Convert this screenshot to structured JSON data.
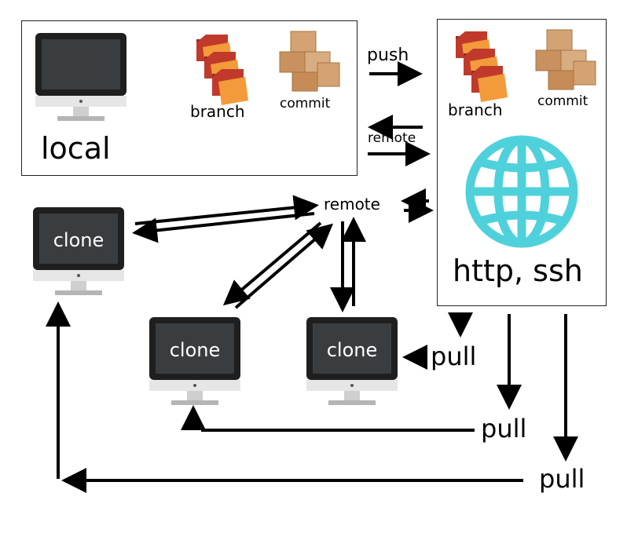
{
  "local": {
    "label": "local",
    "branch_label": "branch",
    "commit_label": "commit"
  },
  "server": {
    "branch_label": "branch",
    "commit_label": "commit",
    "protocol_label": "http, ssh"
  },
  "arrows": {
    "push_label": "push",
    "remote_small_label": "remote",
    "remote_hub_label": "remote"
  },
  "clones": [
    {
      "label": "clone"
    },
    {
      "label": "clone"
    },
    {
      "label": "clone"
    }
  ],
  "pulls": [
    {
      "label": "pull"
    },
    {
      "label": "pull"
    },
    {
      "label": "pull"
    }
  ],
  "colors": {
    "globe": "#4fd1dc",
    "folder": "#f39a3a",
    "box": "#d4a373",
    "screen": "#3a3d40",
    "bezel": "#1f1f1f",
    "stand": "#bfbfbf"
  }
}
